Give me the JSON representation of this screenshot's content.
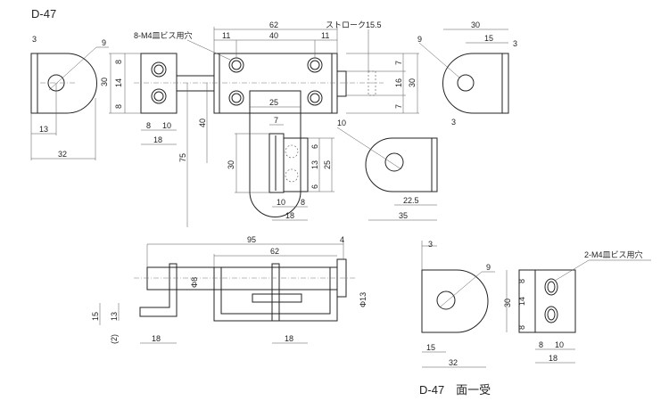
{
  "title": "D-47",
  "subtitle": "D-47　面一受",
  "labels": {
    "screw_note_top": "8-M4皿ビス用穴",
    "stroke": "ストローク15.5",
    "screw_note_bottom": "2-M4皿ビス用穴"
  },
  "dims": {
    "l_3": "3",
    "l_9": "9",
    "l_13": "13",
    "l_32": "32",
    "b_30": "30",
    "b_8a": "8",
    "b_14": "14",
    "b_8b": "8",
    "b_8c": "8",
    "b_10": "10",
    "b_18": "18",
    "m_62": "62",
    "m_11a": "11",
    "m_40": "40",
    "m_11b": "11",
    "m_7a": "7",
    "m_16": "16",
    "m_7b": "7",
    "m_30": "30",
    "m_25": "25",
    "m_40v": "40",
    "m_75": "75",
    "k_7": "7",
    "k_30": "30",
    "k_6a": "6",
    "k_13": "13",
    "k_6b": "6",
    "k_25": "25",
    "k_10": "10",
    "k_8": "8",
    "k_18": "18",
    "r_9": "9",
    "r_30": "30",
    "r_15": "15",
    "r_3": "3",
    "t_10": "10",
    "t_3": "3",
    "t_22_5": "22.5",
    "t_35": "35",
    "s_95": "95",
    "s_4": "4",
    "s_62": "62",
    "s_phi8": "Φ8",
    "s_phi13": "Φ13",
    "s_15": "15",
    "s_13": "13",
    "s_2": "(2)",
    "s_18a": "18",
    "s_18b": "18",
    "f_3": "3",
    "f_9": "9",
    "f_15": "15",
    "f_32": "32",
    "g_30": "30",
    "g_8a": "8",
    "g_14": "14",
    "g_8b": "8",
    "g_8c": "8",
    "g_10": "10",
    "g_18": "18"
  }
}
